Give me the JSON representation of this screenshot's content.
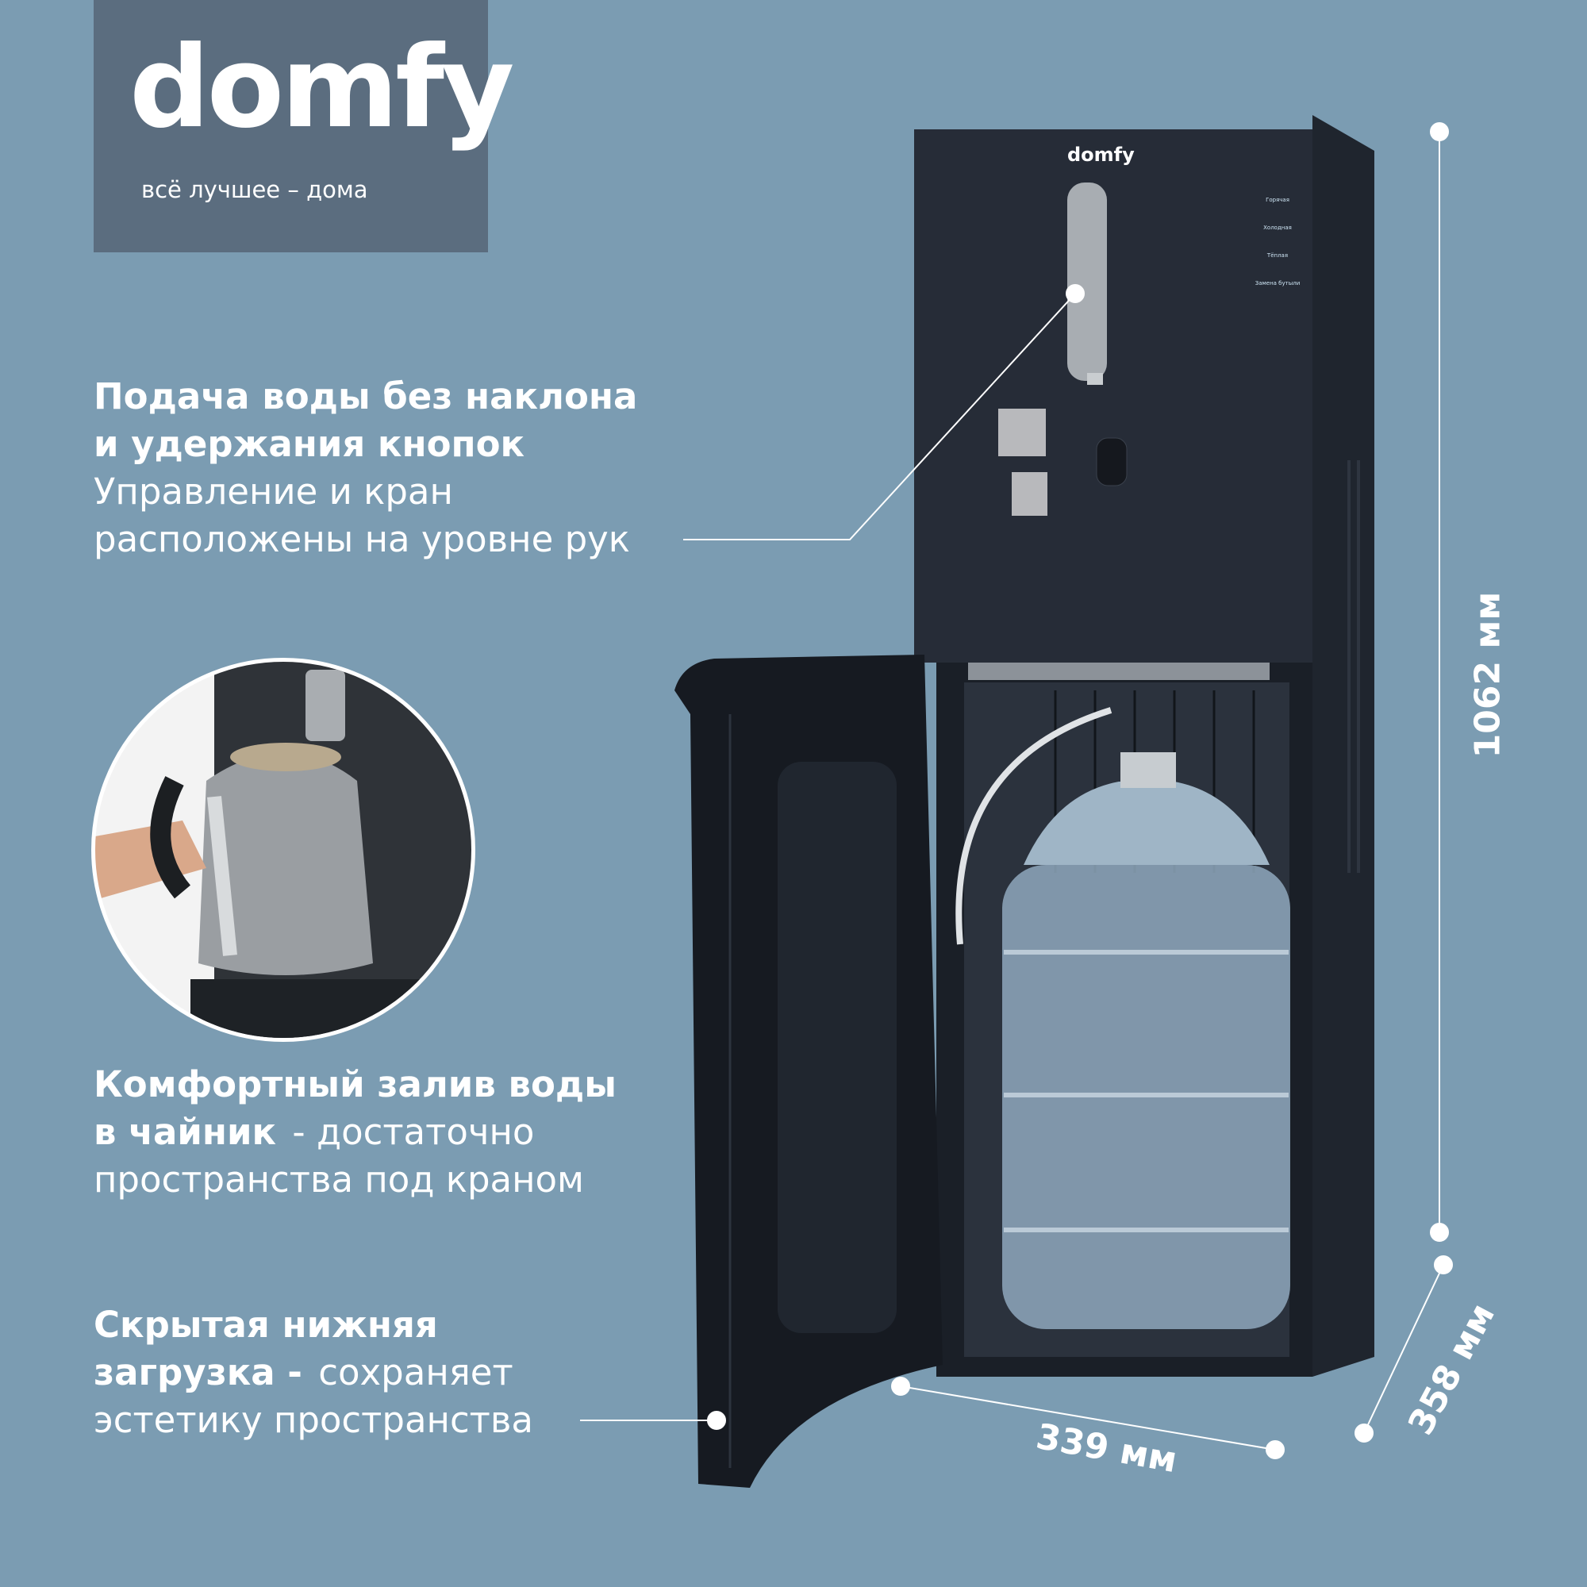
{
  "logo": {
    "brand": "domfy",
    "tagline": "всё лучшее – дома"
  },
  "features": [
    {
      "bold1": "Подача воды без наклона",
      "bold2": "и удержания кнопок",
      "normal1": "Управление и кран",
      "normal2": "расположены на уровне рук"
    },
    {
      "bold1": "Комфортный залив воды",
      "bold2": "в чайник",
      "normal2": " - достаточно",
      "normal3": "пространства под краном"
    },
    {
      "bold1": "Скрытая нижняя",
      "bold2": "загрузка -",
      "normal2": " сохраняет",
      "normal3": "эстетику пространства"
    }
  ],
  "dimensions": {
    "height": "1062 мм",
    "depth": "358 мм",
    "width": "339 мм"
  },
  "panel": {
    "brand": "domfy",
    "buttons": [
      "Горячая",
      "Холодная",
      "Тёплая",
      "Замена бутыли"
    ]
  },
  "colors": {
    "background": "#7b9cb2",
    "logo_box": "#5b6d7f",
    "cooler": "#262c37"
  }
}
